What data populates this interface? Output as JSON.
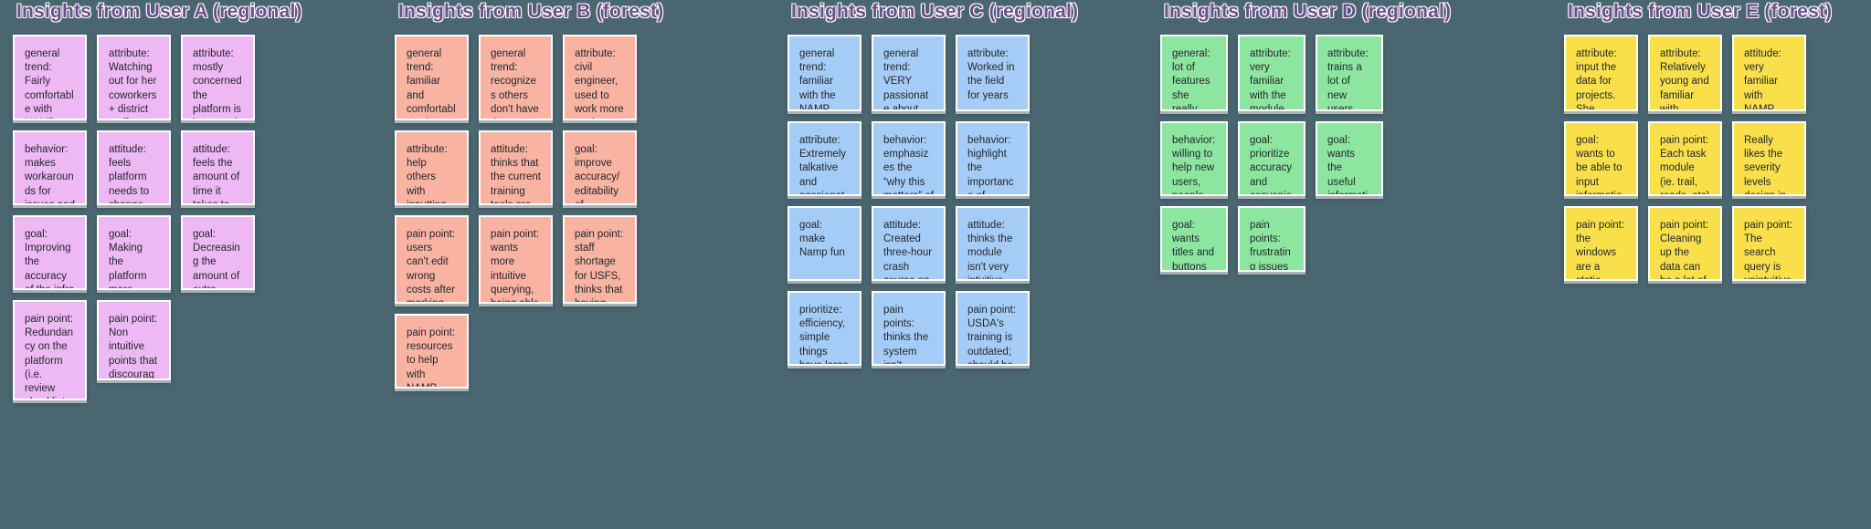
{
  "board": {
    "background_color": "#4A6670",
    "title_color": "#6b4f8a"
  },
  "sections": [
    {
      "id": "user-a",
      "title": "Insights from User A (regional)",
      "color": "#eeb8f5",
      "color_class": "c-purple",
      "columns": [
        {
          "width": 81,
          "notes": [
            {
              "text": "general trend: Fairly comfortable with NAMP because she's used to NAMP's issues",
              "height": 94
            },
            {
              "text": "behavior: makes workarounds for issues and demos to coworkers",
              "height": 82
            },
            {
              "text": "goal: Improving the accuracy of the infra module's cost calculations",
              "height": 82
            },
            {
              "text": "pain point: Redundancy on the platform (i.e. review checklist, multiple entries for the same project that are not clearly distinct)",
              "height": 110
            }
          ]
        },
        {
          "width": 81,
          "notes": [
            {
              "text": "attribute: Watching out for her coworkers + district staff especially",
              "height": 94
            },
            {
              "text": "attitude: feels platform needs to change but others might not agree",
              "height": 82
            },
            {
              "text": "goal: Making the platform more accessible to district staff",
              "height": 82
            },
            {
              "text": "pain point: Non intuitive points that discourage interaction with the platform",
              "height": 88
            }
          ]
        },
        {
          "width": 81,
          "notes": [
            {
              "text": "attribute: mostly concerned the platform is inconvenient for others",
              "height": 94
            },
            {
              "text": "attitude: feels the amount of time it takes to figure out platform is too much for district staff.",
              "height": 82
            },
            {
              "text": "goal: Decreasing the amount of extra knowledge needed to interact with the platform (i.e. power bi)",
              "height": 82
            }
          ]
        }
      ]
    },
    {
      "id": "user-b",
      "title": "Insights from User B (forest)",
      "color": "#f9b3a3",
      "color_class": "c-salmon",
      "columns": [
        {
          "width": 81,
          "notes": [
            {
              "text": "general trend: familiar and comfortable using the platform; still need refreshers",
              "height": 94
            },
            {
              "text": "attribute: help others with inputting data and working with the infra modules.",
              "height": 82
            },
            {
              "text": "pain point: users can't edit wrong costs after marking project complete",
              "height": 97
            },
            {
              "text": "pain point: resources to help with NAMP platform are a little scattered",
              "height": 82
            }
          ]
        },
        {
          "width": 81,
          "notes": [
            {
              "text": "general trend: recognizes others don't have time to get used to platform",
              "height": 94
            },
            {
              "text": "attitude: thinks that the current training tools are sufficient, but overwhelming/ disorganized",
              "height": 82
            },
            {
              "text": "pain point: wants more intuitive querying, being able to use “enter” and “tab” shortcuts like most forms",
              "height": 97
            }
          ]
        },
        {
          "width": 81,
          "notes": [
            {
              "text": "attribute: civil engineer, used to work more on the ground, now in data management",
              "height": 94
            },
            {
              "text": "goal: improve accuracy/ editability of information.",
              "height": 82
            },
            {
              "text": "pain point: staff shortage for USFS, thinks that having specific data stewards would streamline processes",
              "height": 97
            }
          ]
        }
      ]
    },
    {
      "id": "user-c",
      "title": "Insights from User C (regional)",
      "color": "#a5ccf7",
      "color_class": "c-blue",
      "columns": [
        {
          "width": 81,
          "notes": [
            {
              "text": "general trend: familiar with the NAMP, want the system to have better workflow.",
              "height": 84
            },
            {
              "text": "attribute: Extremely talkative and passionate about her job / NAMP",
              "height": 82
            },
            {
              "text": "goal: make Namp fun",
              "height": 82
            },
            {
              "text": "prioritize: efficiency, simple things have large amounts of steps",
              "height": 82
            }
          ]
        },
        {
          "width": 81,
          "notes": [
            {
              "text": "general trend: VERY passionate about the limitations of the system",
              "height": 84
            },
            {
              "text": "behavior: emphasizes the “why this matters” of things to new hires.",
              "height": 82
            },
            {
              "text": "attitude: Created three-hour crash course on NAMP module for new hires",
              "height": 82
            },
            {
              "text": "pain points: thinks the system isn't designed to handle large amounts of data and the new law",
              "height": 82
            }
          ]
        },
        {
          "width": 81,
          "notes": [
            {
              "text": "attribute: Worked in the field for years",
              "height": 84
            },
            {
              "text": "behavior: highlight the importance of USFS' work in NAMP to help people learn better.",
              "height": 82
            },
            {
              "text": "attitude: thinks the module isn't very intuitive, self - taught through experience",
              "height": 82
            },
            {
              "text": "pain point: USDA's training is outdated; should be held for everyone, not just data specialists",
              "height": 82
            }
          ]
        }
      ]
    },
    {
      "id": "user-d",
      "title": "Insights from User D (regional)",
      "color": "#8ce6a0",
      "color_class": "c-green",
      "columns": [
        {
          "width": 74,
          "notes": [
            {
              "text": "general: lot of features she really likes, but some specific things she'd like to see improved.",
              "height": 84
            },
            {
              "text": "behavior: willing to help new users, people go to her when they have questions or issues.",
              "height": 82
            },
            {
              "text": "goal: wants titles and buttons to be intuitive and clear",
              "height": 72
            }
          ]
        },
        {
          "width": 74,
          "notes": [
            {
              "text": "attribute: very familiar with the module since she works on it a lot.",
              "height": 84
            },
            {
              "text": "goal: prioritize accuracy and convenience",
              "height": 82
            },
            {
              "text": "pain points: frustrating issues with putting in tasks for large projects",
              "height": 72
            }
          ]
        },
        {
          "width": 74,
          "notes": [
            {
              "text": "attribute: trains a lot of new users and helps with onboarding.",
              "height": 84
            },
            {
              "text": "goal: wants the useful information to be centralized",
              "height": 82
            }
          ]
        }
      ]
    },
    {
      "id": "user-e",
      "title": "Insights from User E (forest)",
      "color": "#f9e04b",
      "color_class": "c-yellow",
      "columns": [
        {
          "width": 81,
          "notes": [
            {
              "text": "attribute: input the data for projects. She overlooks two forests",
              "height": 84
            },
            {
              "text": "goal: wants to be able to input information for a new project in a smooth and organized way",
              "height": 82
            },
            {
              "text": "pain point: the windows are a static Size. Would like to be able to zoom in and out.",
              "height": 82
            }
          ]
        },
        {
          "width": 81,
          "notes": [
            {
              "text": "attribute: Relatively young and familiar with technology",
              "height": 84
            },
            {
              "text": "pain point: Each task module (ie. trail, roads, etc) is different, so workflow isn't that smooth.",
              "height": 82
            },
            {
              "text": "pain point: Cleaning up the data can be a lot of work.",
              "height": 82
            }
          ]
        },
        {
          "width": 81,
          "notes": [
            {
              "text": "attitude: very familiar with NAMP now because her job is to work with it.",
              "height": 84
            },
            {
              "text": "Really likes the severity levels design in trails, consider adding to other modules too",
              "height": 82
            },
            {
              "text": "pain point: The search query is unintuitive - have to click on the binoculars to make the search bar appear",
              "height": 82
            }
          ]
        }
      ]
    }
  ]
}
